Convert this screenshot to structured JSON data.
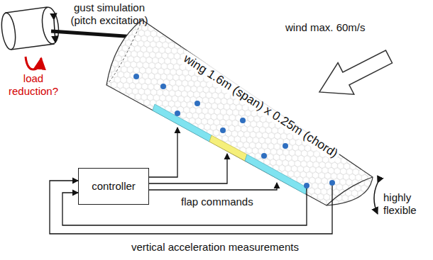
{
  "diagram": {
    "nodes": [
      {
        "text": [
          "controller"
        ]
      }
    ],
    "labels": [
      "gust simulation (pitch excitation)",
      "load reduction?",
      "wind max. 60m/s",
      "wing 1.6m (span) x 0.25m (chord)",
      "highly flexible",
      "flap commands",
      "vertical acceleration measurements"
    ]
  }
}
